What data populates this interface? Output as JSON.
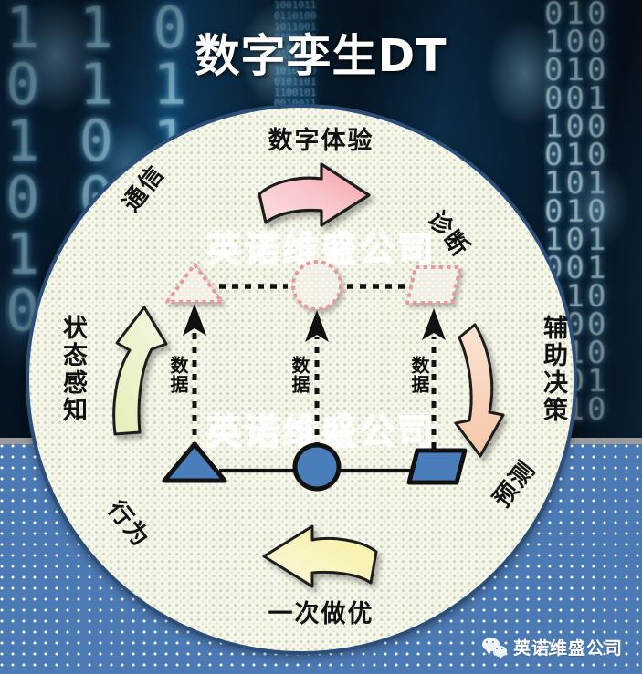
{
  "title": "数字孪生DT",
  "watermark": {
    "text": "英诺维盛公司",
    "occurrences": 2
  },
  "circle": {
    "top_label": "数字体验",
    "bottom_label": "一次做优",
    "quadrant_labels": {
      "communication": "通信",
      "diagnosis": "诊断",
      "behavior": "行为",
      "prediction": "预测"
    },
    "side_labels": {
      "state_sensing": "状态感知",
      "assisted_decision": "辅助决策"
    },
    "data_flow_labels": [
      "数据",
      "数据",
      "数据"
    ],
    "virtual_shapes": [
      {
        "name": "triangle",
        "style": "dashed-outline"
      },
      {
        "name": "circle",
        "style": "dashed-outline"
      },
      {
        "name": "parallelogram",
        "style": "dashed-outline"
      }
    ],
    "physical_shapes": [
      {
        "name": "triangle",
        "style": "solid-blue"
      },
      {
        "name": "circle",
        "style": "solid-blue"
      },
      {
        "name": "parallelogram",
        "style": "solid-blue"
      }
    ],
    "arrows": [
      {
        "name": "digital-experience-arrow",
        "direction": "right",
        "color": "#f4a8ad"
      },
      {
        "name": "assisted-decision-arrow",
        "direction": "down",
        "color": "#f7cdb2"
      },
      {
        "name": "optimize-once-arrow",
        "direction": "left",
        "color": "#f7efb4"
      },
      {
        "name": "state-sensing-arrow",
        "direction": "up",
        "color": "#dcebae"
      }
    ]
  },
  "footer": {
    "icon": "wechat-icon",
    "account": "英诺维盛公司"
  },
  "colors": {
    "title_text": "#ffffff",
    "circle_fill": "#f7f6ec",
    "circle_pattern": "#cdd9b2",
    "circle_border": "#2c4f7a",
    "band_blue": "#4c7ab5",
    "shape_blue": "#4a7ebb",
    "virtual_outline": "#e59a9e",
    "pink_arrow": "#f4a8ad",
    "peach_arrow": "#f7cdb2",
    "yellow_arrow": "#f7efb4",
    "green_arrow": "#dcebae"
  }
}
